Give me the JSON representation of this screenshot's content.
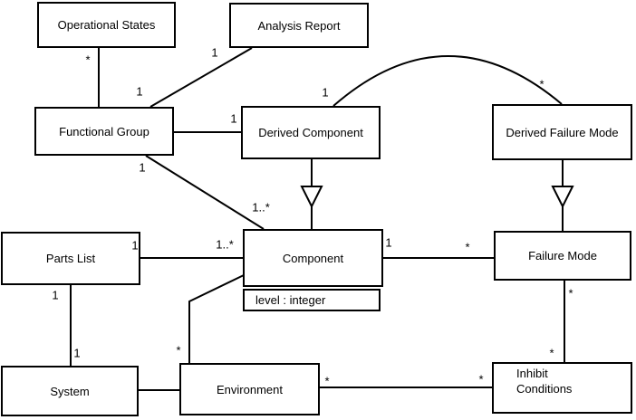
{
  "diagram_type": "uml-class-diagram",
  "classes": {
    "operational_states": {
      "label": "Operational States"
    },
    "analysis_report": {
      "label": "Analysis Report"
    },
    "functional_group": {
      "label": "Functional Group"
    },
    "derived_component": {
      "label": "Derived Component"
    },
    "derived_failure_mode": {
      "label": "Derived Failure Mode"
    },
    "parts_list": {
      "label": "Parts List"
    },
    "component": {
      "label": "Component",
      "attribute": "level : integer"
    },
    "failure_mode": {
      "label": "Failure Mode"
    },
    "system": {
      "label": "System"
    },
    "environment": {
      "label": "Environment"
    },
    "inhibit_conditions": {
      "label": "Inhibit Conditions"
    }
  },
  "associations": [
    {
      "from": "Operational States",
      "to": "Functional Group",
      "from_mult": "*"
    },
    {
      "from": "Functional Group",
      "to": "Analysis Report",
      "from_mult": "1",
      "to_mult": "1"
    },
    {
      "from": "Functional Group",
      "to": "Derived Component",
      "to_mult": "1"
    },
    {
      "from": "Functional Group",
      "to": "Component",
      "from_mult": "1",
      "to_mult": "1..*"
    },
    {
      "from": "Derived Component",
      "to": "Component",
      "type": "generalization"
    },
    {
      "from": "Derived Component",
      "to": "Derived Failure Mode",
      "from_mult": "1",
      "to_mult": "*"
    },
    {
      "from": "Derived Failure Mode",
      "to": "Failure Mode",
      "type": "generalization"
    },
    {
      "from": "Parts List",
      "to": "Component",
      "from_mult": "1",
      "to_mult": "1..*"
    },
    {
      "from": "Component",
      "to": "Failure Mode",
      "from_mult": "1",
      "to_mult": "*"
    },
    {
      "from": "Parts List",
      "to": "System",
      "from_mult": "1",
      "to_mult": "1"
    },
    {
      "from": "System",
      "to": "Environment"
    },
    {
      "from": "Environment",
      "to": "Component",
      "from_mult": "*"
    },
    {
      "from": "Environment",
      "to": "Inhibit Conditions",
      "from_mult": "*",
      "to_mult": "*"
    },
    {
      "from": "Failure Mode",
      "to": "Inhibit Conditions",
      "from_mult": "*",
      "to_mult": "*"
    }
  ],
  "colors": {
    "line": "#000000",
    "background": "#ffffff",
    "text": "#000000"
  }
}
